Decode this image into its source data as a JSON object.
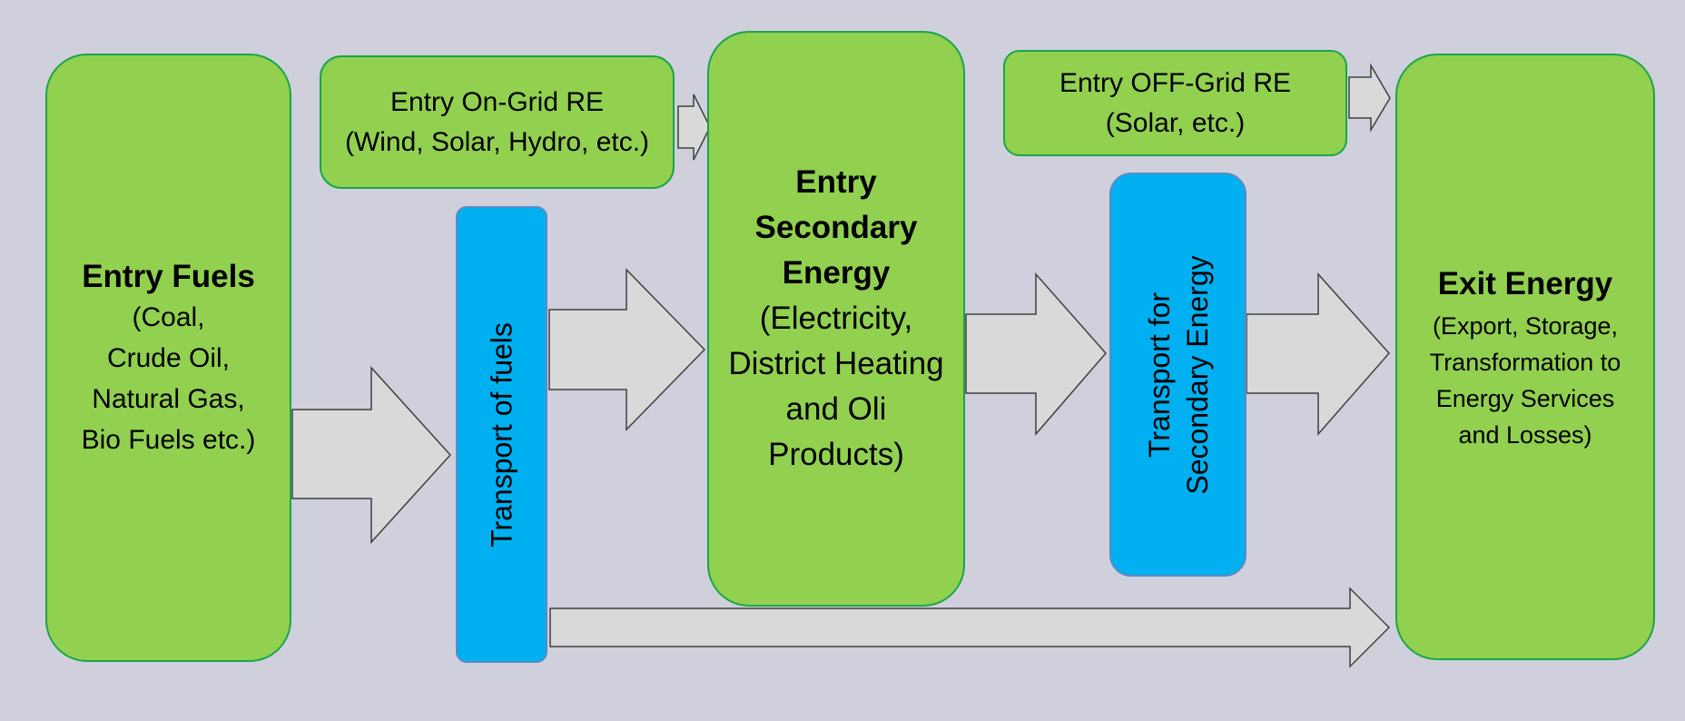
{
  "entry_fuels": {
    "title": "Entry Fuels",
    "lines": [
      "(Coal,",
      "Crude Oil,",
      "Natural Gas,",
      "Bio Fuels etc.)"
    ]
  },
  "entry_on_grid": {
    "line1": "Entry On-Grid RE",
    "line2": "(Wind, Solar, Hydro, etc.)"
  },
  "transport_fuels": {
    "label": "Transport of fuels"
  },
  "entry_secondary": {
    "title_lines": [
      "Entry",
      "Secondary",
      "Energy"
    ],
    "lines": [
      "(Electricity,",
      "District Heating",
      "and Oli",
      "Products)"
    ]
  },
  "entry_off_grid": {
    "line1": "Entry OFF-Grid RE",
    "line2": "(Solar, etc.)"
  },
  "transport_secondary": {
    "line1": "Transport for",
    "line2": "Secondary Energy"
  },
  "exit_energy": {
    "title": "Exit Energy",
    "lines": [
      "(Export, Storage,",
      "Transformation to",
      "Energy Services",
      "and Losses)"
    ]
  },
  "colors": {
    "background": "#d0d0dc",
    "green_box": "#92d050",
    "green_border": "#1aa54a",
    "blue_box": "#00b0f0",
    "arrow_fill": "#d9d9d9",
    "arrow_stroke": "#404040"
  }
}
